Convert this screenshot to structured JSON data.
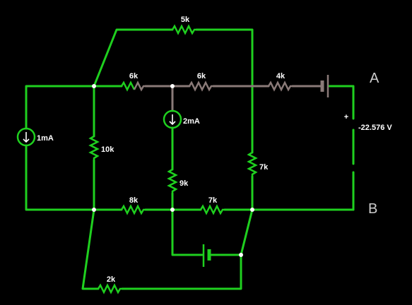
{
  "resistors": {
    "r_top_5k": "5k",
    "r_6k_left": "6k",
    "r_6k_mid": "6k",
    "r_4k": "4k",
    "r_10k": "10k",
    "r_9k": "9k",
    "r_7k_right": "7k",
    "r_8k": "8k",
    "r_7k_bottom": "7k",
    "r_2k": "2k"
  },
  "sources": {
    "current_left": "1mA",
    "current_mid": "2mA"
  },
  "voltmeter": {
    "plus": "+",
    "reading": "-22.576 V"
  },
  "terminals": {
    "a": "A",
    "b": "B"
  },
  "colors": {
    "wire_active": "#1fd01f",
    "wire_inactive": "#8a7a78",
    "background": "#000000",
    "node": "#ffffff"
  }
}
